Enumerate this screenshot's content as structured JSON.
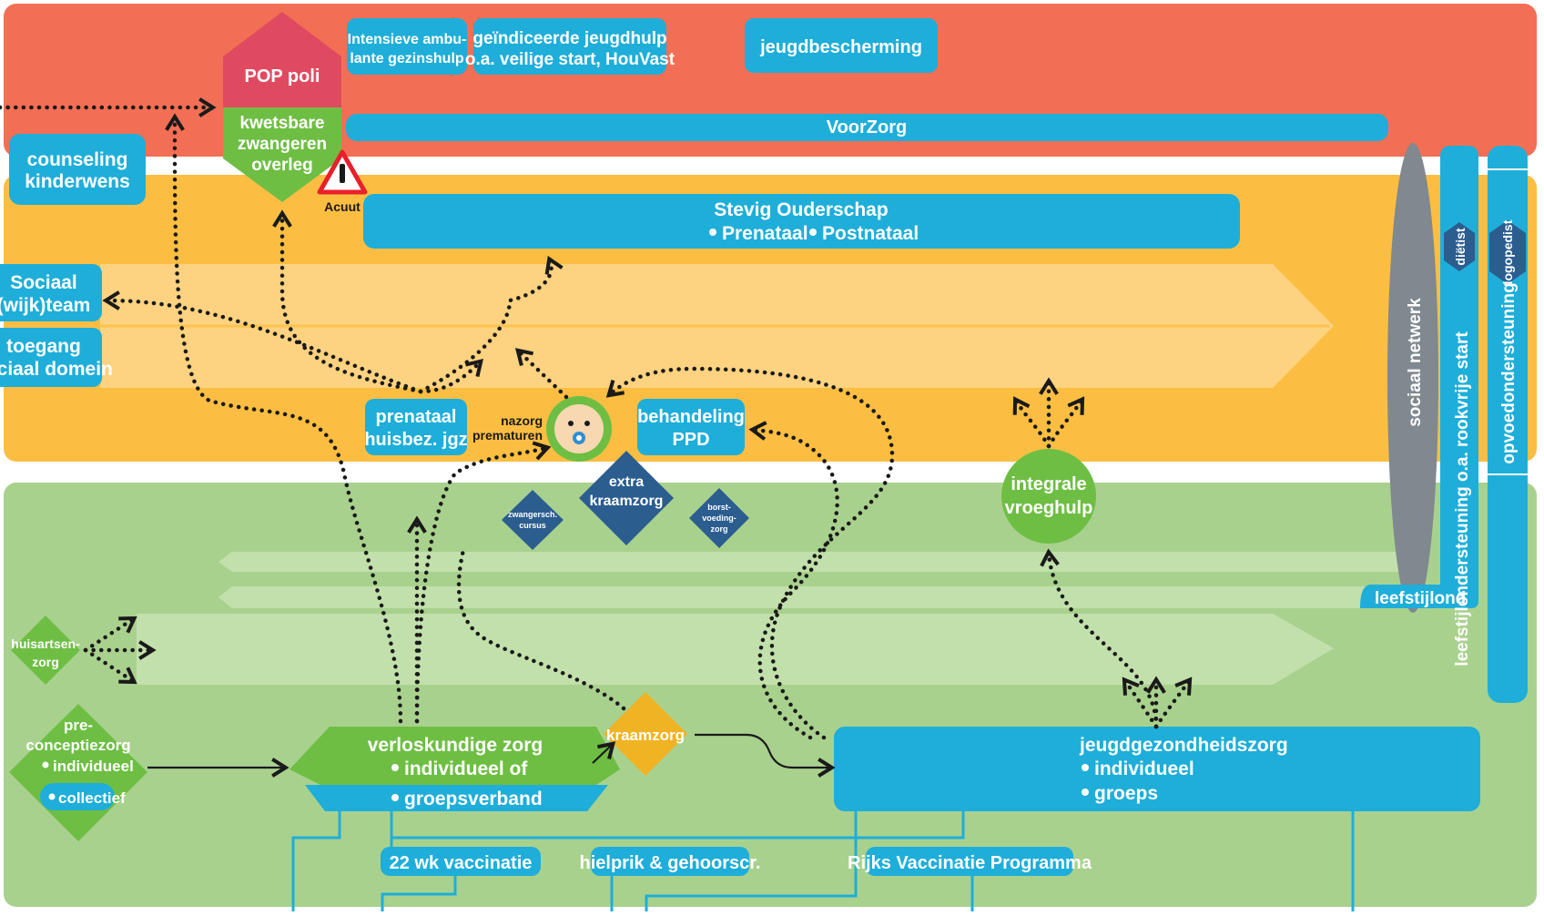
{
  "colors": {
    "red_band": "#f26f55",
    "yellow_band": "#fbbe42",
    "yellow_arrow": "#fdd280",
    "green_band": "#a9d18e",
    "green_arrow": "#c2e0ab",
    "blue": "#1eaed9",
    "green": "#6ebe44",
    "pink": "#e04a60",
    "navy": "#2b5d8f",
    "orange": "#f0b323",
    "grey": "#808890",
    "dots": "#1a1a1a"
  },
  "top": {
    "pop_poli": "POP poli",
    "kwetsbare": [
      "kwetsbare",
      "zwangeren",
      "overleg"
    ],
    "acuut": "Acuut",
    "intensieve": [
      "Intensieve ambu-",
      "lante gezinshulp"
    ],
    "geindiceerde": [
      "geïndiceerde jeugdhulp",
      "o.a. veilige start, HouVast"
    ],
    "jeugdbescherming": "jeugdbescherming",
    "voorzorg": "VoorZorg"
  },
  "middle": {
    "counseling": [
      "counseling",
      "kinderwens"
    ],
    "stevig_title": "Stevig Ouderschap",
    "stevig_items": [
      "Prenataal",
      "Postnataal"
    ],
    "sociaal_wijkteam": [
      "Sociaal",
      "(wijk)team"
    ],
    "toegang": [
      "toegang",
      "sociaal domein"
    ],
    "prenataal_huisbez": [
      "prenataal",
      "huisbez. jgz"
    ],
    "nazorg": [
      "nazorg",
      "prematuren"
    ],
    "behandeling": [
      "behandeling",
      "PPD"
    ],
    "integrale": [
      "integrale",
      "vroeghulp"
    ]
  },
  "right": {
    "sociaal_netwerk": "sociaal netwerk",
    "leefstijl": "leefstijlondersteuning  o.a. rookvrije start",
    "dietist": "diëtist",
    "logopedist": "logopedist",
    "opvoedondersteuning": "opvoedondersteuning"
  },
  "bottom": {
    "extra_kraamzorg": [
      "extra",
      "kraamzorg"
    ],
    "zwangersch": [
      "zwangersch.",
      "cursus"
    ],
    "borstvoeding": [
      "borst-",
      "voeding-",
      "zorg"
    ],
    "huisartsenzorg": [
      "huisartsen-",
      "zorg"
    ],
    "preconceptie": [
      "pre-",
      "conceptiezorg",
      "individueel",
      "collectief"
    ],
    "verloskundige": [
      "verloskundige zorg",
      "individueel of",
      "groepsverband"
    ],
    "kraamzorg": "kraamzorg",
    "jgz": [
      "jeugdgezondheidszorg",
      "individueel",
      "groeps"
    ],
    "vaccinatie_22": "22 wk vaccinatie",
    "hielprik": "hielprik & gehoorscr.",
    "rvp": "Rijks Vaccinatie Programma"
  }
}
